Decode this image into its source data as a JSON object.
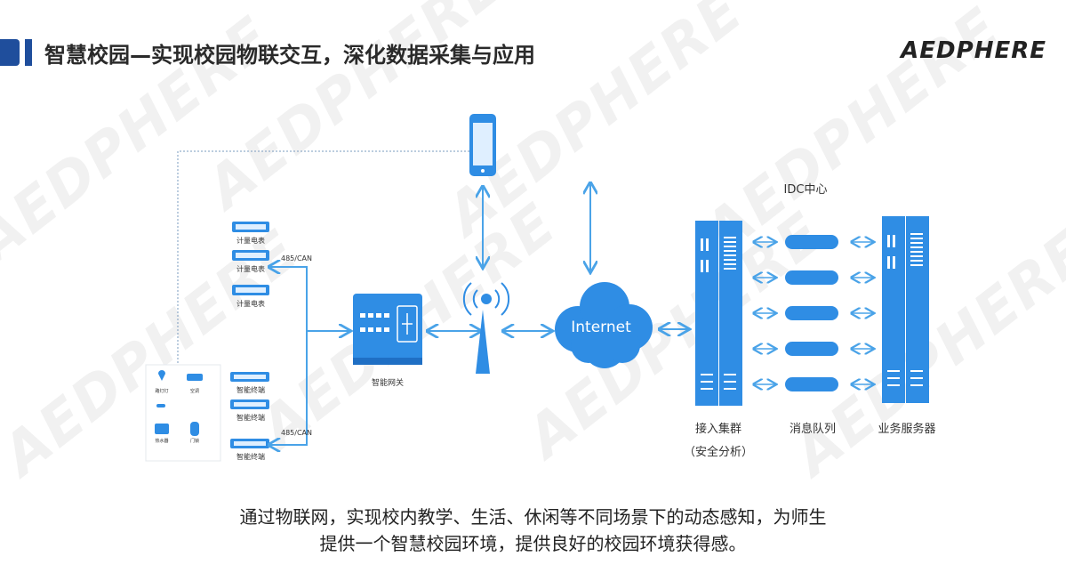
{
  "header": {
    "title": "智慧校园—实现校园物联交互，深化数据采集与应用",
    "logo": "AEDPHERE"
  },
  "watermark_text": "AEDPHERE",
  "diagram": {
    "meters": [
      "计量电表",
      "计量电表",
      "计量电表"
    ],
    "terminals": [
      "智能终端",
      "智能终端",
      "智能终端"
    ],
    "bus_label_top": "485/CAN",
    "bus_label_bottom": "485/CAN",
    "gateway": "智能网关",
    "internet": "Internet",
    "idc_title": "IDC中心",
    "access_cluster": "接入集群",
    "access_cluster_sub": "（安全分析）",
    "message_queue": "消息队列",
    "business_server": "业务服务器",
    "panel_items": [
      "路灯灯",
      "空调",
      "热水器",
      "门锁"
    ]
  },
  "caption": {
    "line1": "通过物联网，实现校内教学、生活、休闲等不同场景下的动态感知，为师生",
    "line2": "提供一个智慧校园环境，提供良好的校园环境获得感。"
  },
  "colors": {
    "accent": "#1f4e9c",
    "device_blue": "#2f8de4",
    "arrow_blue": "#4aa3e8"
  }
}
